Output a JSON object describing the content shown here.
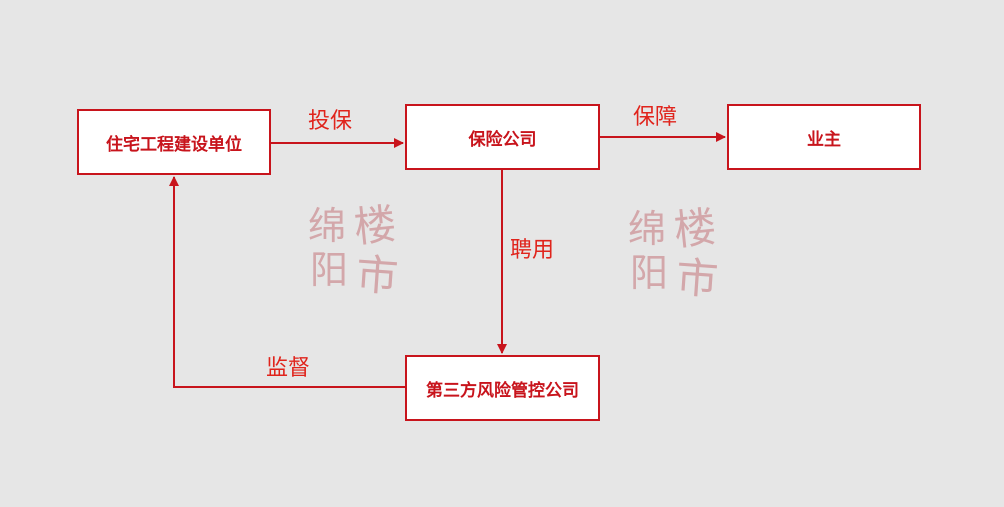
{
  "nodes": {
    "builder": "住宅工程建设单位",
    "insurer": "保险公司",
    "owner": "业主",
    "risk_control": "第三方风险管控公司"
  },
  "edges": {
    "insure": "投保",
    "guarantee": "保障",
    "hire": "聘用",
    "supervise": "监督"
  },
  "watermark": {
    "chars": [
      "绵",
      "楼",
      "阳",
      "市"
    ]
  },
  "colors": {
    "background": "#e6e6e6",
    "accent": "#c8141c",
    "label": "#e0241c",
    "watermark": "#d3a4a7"
  }
}
